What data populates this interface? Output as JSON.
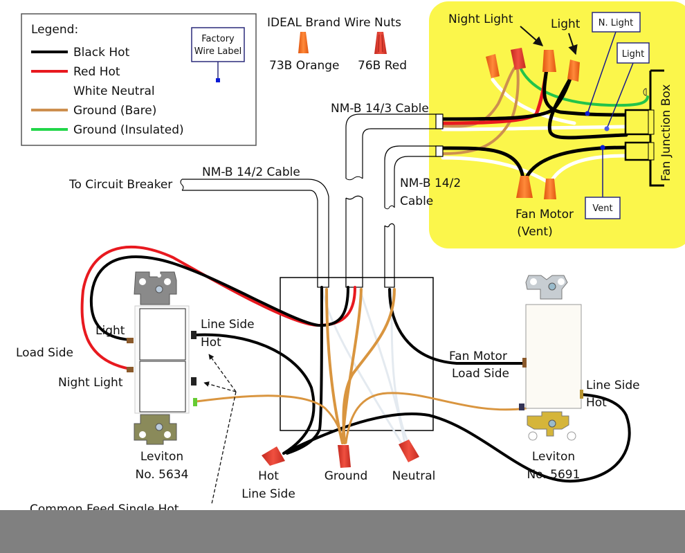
{
  "legend": {
    "title": "Legend:",
    "items": [
      {
        "label": "Black Hot",
        "color": "#000000"
      },
      {
        "label": "Red Hot",
        "color": "#e8191f"
      },
      {
        "label": "White Neutral",
        "color": "#ffffff"
      },
      {
        "label": "Ground (Bare)",
        "color": "#cd8f4f"
      },
      {
        "label": "Ground (Insulated)",
        "color": "#22d64a"
      }
    ],
    "factory_label": [
      "Factory",
      "Wire Label"
    ],
    "factory_marker_color": "#0a1ad6"
  },
  "wire_nuts": {
    "title": "IDEAL Brand Wire Nuts",
    "items": [
      {
        "label": "73B Orange",
        "color": "#f26a1b"
      },
      {
        "label": "76B Red",
        "color": "#e4372c"
      }
    ]
  },
  "fan_box": {
    "background": "#fbf64b",
    "title": "Fan Junction Box",
    "labels": {
      "night_light": "Night Light",
      "light": "Light",
      "fan_motor": [
        "Fan Motor",
        "(Vent)"
      ]
    },
    "wire_labels": [
      "N. Light",
      "Light",
      "Vent"
    ]
  },
  "cables": {
    "nmb_14_3": "NM-B 14/3 Cable",
    "nmb_14_2_top": "NM-B 14/2 Cable",
    "nmb_14_2_side": [
      "NM-B 14/2",
      "Cable"
    ],
    "to_breaker": "To Circuit Breaker"
  },
  "left_switch": {
    "labels": {
      "light": "Light",
      "load_side": "Load Side",
      "night_light": "Night Light",
      "line_side_hot": [
        "Line Side",
        "Hot"
      ]
    },
    "model": [
      "Leviton",
      "No. 5634"
    ]
  },
  "right_switch": {
    "labels": {
      "fan_motor_load": [
        "Fan Motor",
        "Load Side"
      ],
      "line_side_hot": [
        "Line Side",
        "Hot"
      ]
    },
    "model": [
      "Leviton",
      "No. 5691"
    ]
  },
  "switch_box": {
    "nut_labels": {
      "hot": [
        "Hot",
        "Line Side"
      ],
      "ground": "Ground",
      "neutral": "Neutral"
    }
  },
  "footnote": "Common Feed Single Hot"
}
